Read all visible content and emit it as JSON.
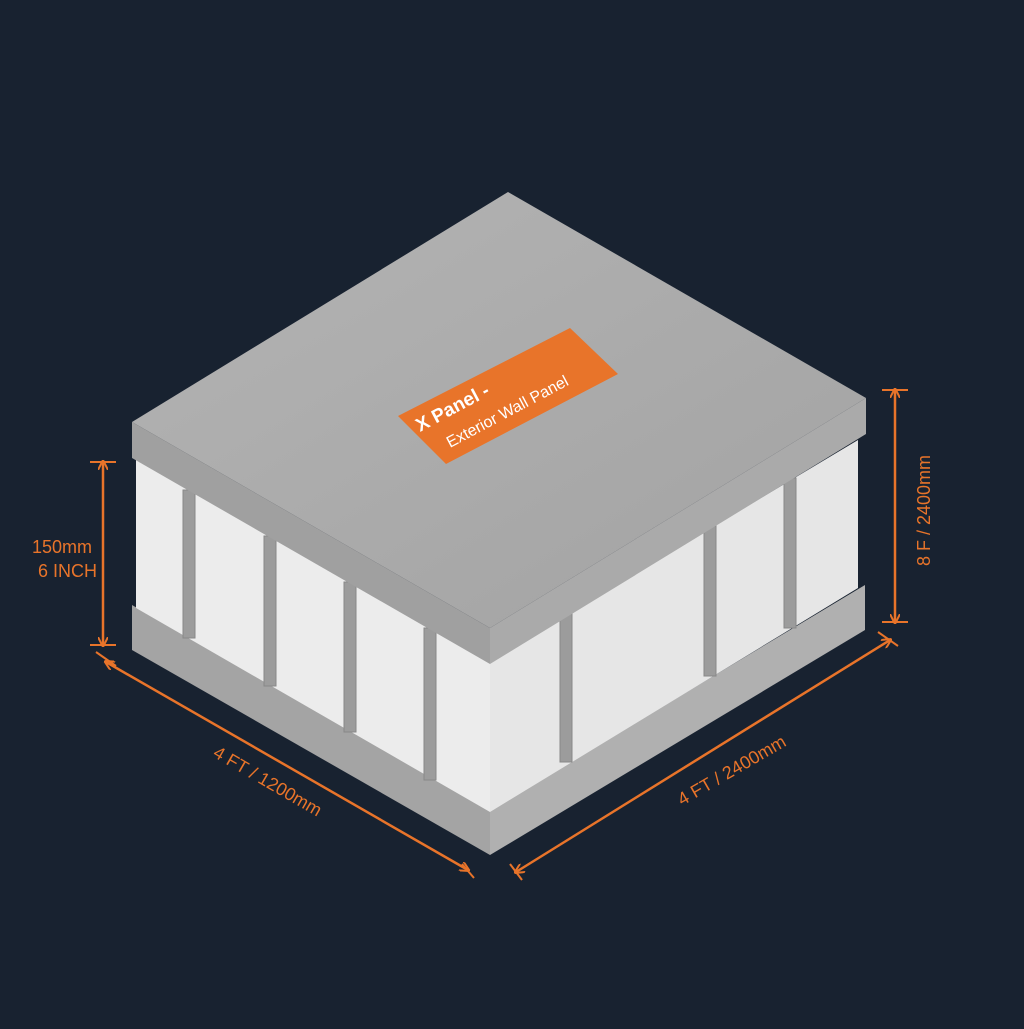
{
  "colors": {
    "background": "#182230",
    "accent": "#e8742a",
    "label_text": "#ffffff",
    "skin": "#a9a9a9",
    "foam": "#ededed",
    "stud": "#9c9c9c"
  },
  "label": {
    "line1": "X Panel -",
    "line2": "Exterior Wall Panel"
  },
  "dimensions": {
    "thickness_mm": "150mm",
    "thickness_in": "6 INCH",
    "height": "8 F / 2400mm",
    "width_left": "4 FT / 1200mm",
    "width_right": "4 FT / 2400mm"
  }
}
